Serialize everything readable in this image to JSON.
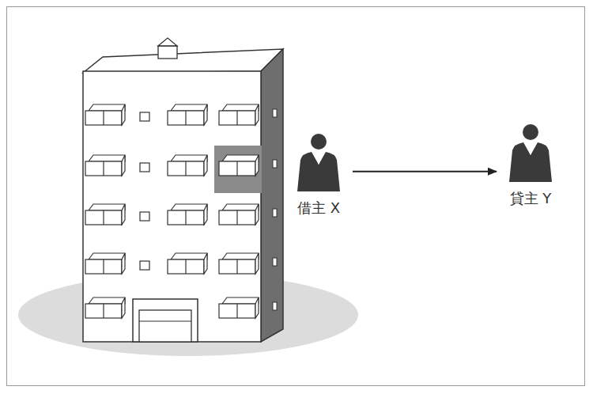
{
  "diagram": {
    "nodes": [
      {
        "text": [
          "借主 X"
        ]
      },
      {
        "text": [
          "貸主 Y"
        ]
      }
    ],
    "edges": [
      {
        "from": 0,
        "to": 1,
        "arrow": "to"
      }
    ]
  }
}
